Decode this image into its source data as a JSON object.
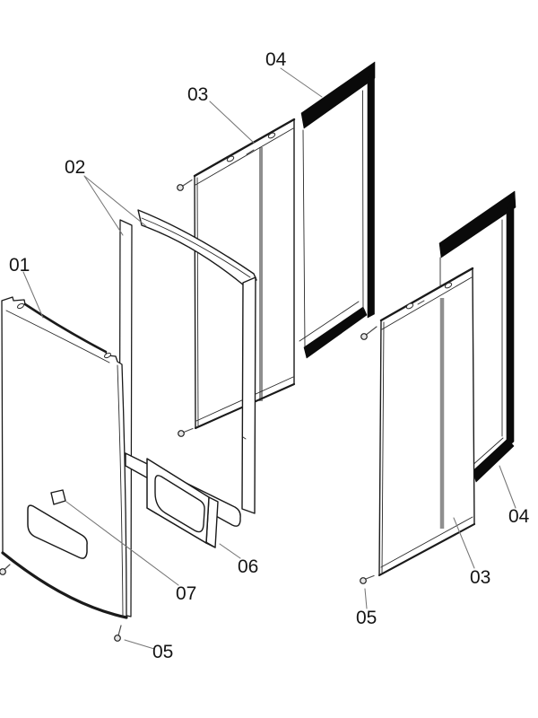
{
  "diagram": {
    "type": "exploded-parts-diagram",
    "callouts": [
      {
        "label": "01"
      },
      {
        "label": "02"
      },
      {
        "label": "03"
      },
      {
        "label": "04"
      },
      {
        "label": "05"
      },
      {
        "label": "06"
      },
      {
        "label": "07"
      },
      {
        "label": "03"
      },
      {
        "label": "04"
      },
      {
        "label": "05"
      }
    ],
    "part_numbers_visible": [
      "01",
      "02",
      "03",
      "04",
      "05",
      "06",
      "07"
    ],
    "colors": {
      "background": "#ffffff",
      "line": "#1a1a1a",
      "seal_black": "#0a0a0a",
      "panel_stripe": "#8f8f8f",
      "leader_line": "#767676",
      "label_text": "#141414"
    }
  }
}
